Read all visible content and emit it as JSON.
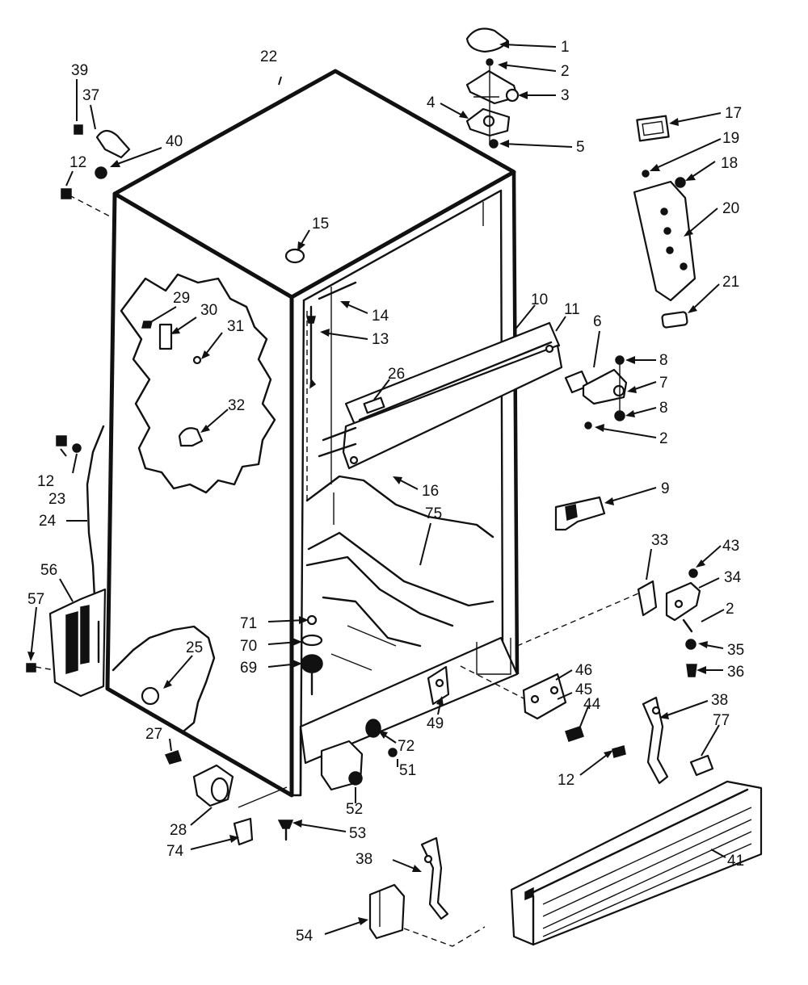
{
  "labels": {
    "l1": "1",
    "l2a": "2",
    "l3": "3",
    "l4": "4",
    "l5": "5",
    "l17": "17",
    "l19": "19",
    "l18": "18",
    "l20": "20",
    "l21": "21",
    "l22": "22",
    "l39": "39",
    "l37": "37",
    "l40": "40",
    "l12a": "12",
    "l15": "15",
    "l29": "29",
    "l30": "30",
    "l31": "31",
    "l14": "14",
    "l13": "13",
    "l10": "10",
    "l11": "11",
    "l6": "6",
    "l8a": "8",
    "l7": "7",
    "l8b": "8",
    "l2b": "2",
    "l26": "26",
    "l32": "32",
    "l12b": "12",
    "l23": "23",
    "l24": "24",
    "l16": "16",
    "l75": "75",
    "l9": "9",
    "l33": "33",
    "l43": "43",
    "l34": "34",
    "l2c": "2",
    "l56": "56",
    "l57": "57",
    "l71": "71",
    "l70": "70",
    "l69": "69",
    "l35": "35",
    "l36": "36",
    "l25": "25",
    "l46": "46",
    "l45": "45",
    "l44": "44",
    "l38a": "38",
    "l77": "77",
    "l49": "49",
    "l27": "27",
    "l72": "72",
    "l51": "51",
    "l12c": "12",
    "l28": "28",
    "l52": "52",
    "l53": "53",
    "l74": "74",
    "l38b": "38",
    "l41": "41",
    "l54": "54"
  }
}
